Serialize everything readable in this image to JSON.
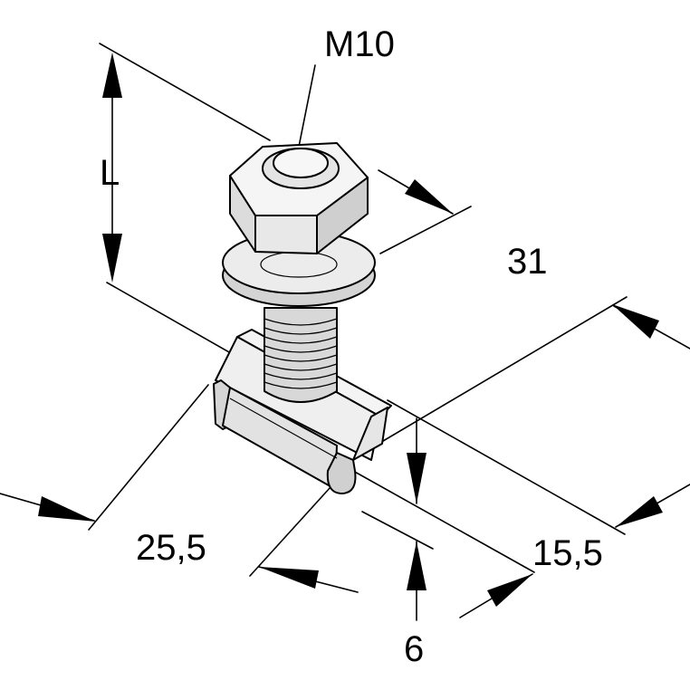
{
  "diagram": {
    "labels": {
      "thread": "M10",
      "length": "L",
      "width_top": "31",
      "length_bottom": "25,5",
      "depth_right": "15,5",
      "thickness": "6"
    },
    "colors": {
      "metal_light": "#f2f2f2",
      "metal_mid": "#d9d9d9",
      "metal_dark": "#b5b5b5",
      "line": "#000000",
      "background": "#ffffff"
    }
  }
}
